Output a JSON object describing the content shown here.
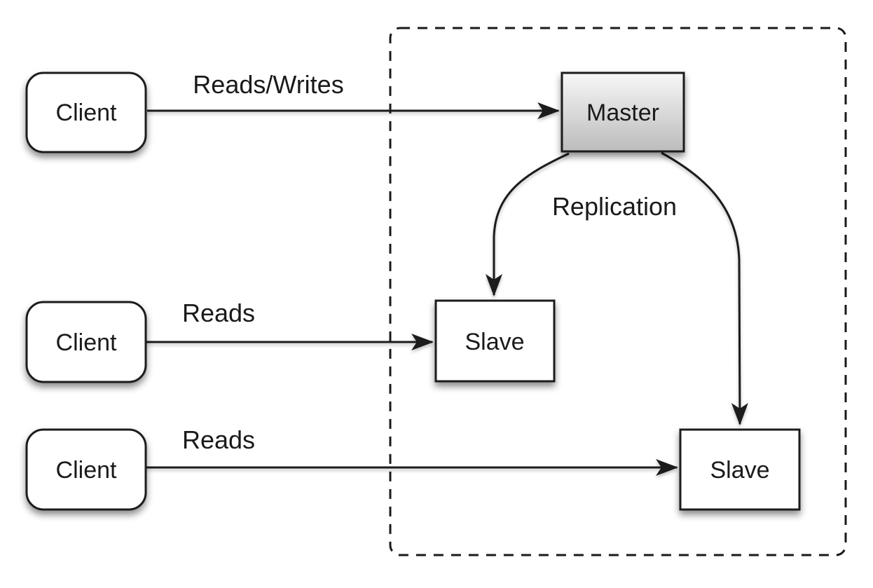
{
  "colors": {
    "background": "#ffffff",
    "stroke": "#1a1a1a",
    "text": "#1a1a1a",
    "node_fill": "#ffffff",
    "master_gradient_top": "#f7f7f7",
    "master_gradient_bottom": "#bcbcbc"
  },
  "nodes": {
    "clients": [
      {
        "label": "Client"
      },
      {
        "label": "Client"
      },
      {
        "label": "Client"
      }
    ],
    "master": {
      "label": "Master"
    },
    "slaves": [
      {
        "label": "Slave"
      },
      {
        "label": "Slave"
      }
    ]
  },
  "edges": {
    "reads_writes": {
      "label": "Reads/Writes",
      "from": "client-1",
      "to": "master"
    },
    "reads_mid": {
      "label": "Reads",
      "from": "client-2",
      "to": "slave-1"
    },
    "reads_bottom": {
      "label": "Reads",
      "from": "client-3",
      "to": "slave-2"
    },
    "replication": {
      "label": "Replication",
      "from": "master",
      "to": "slave-1, slave-2"
    }
  }
}
